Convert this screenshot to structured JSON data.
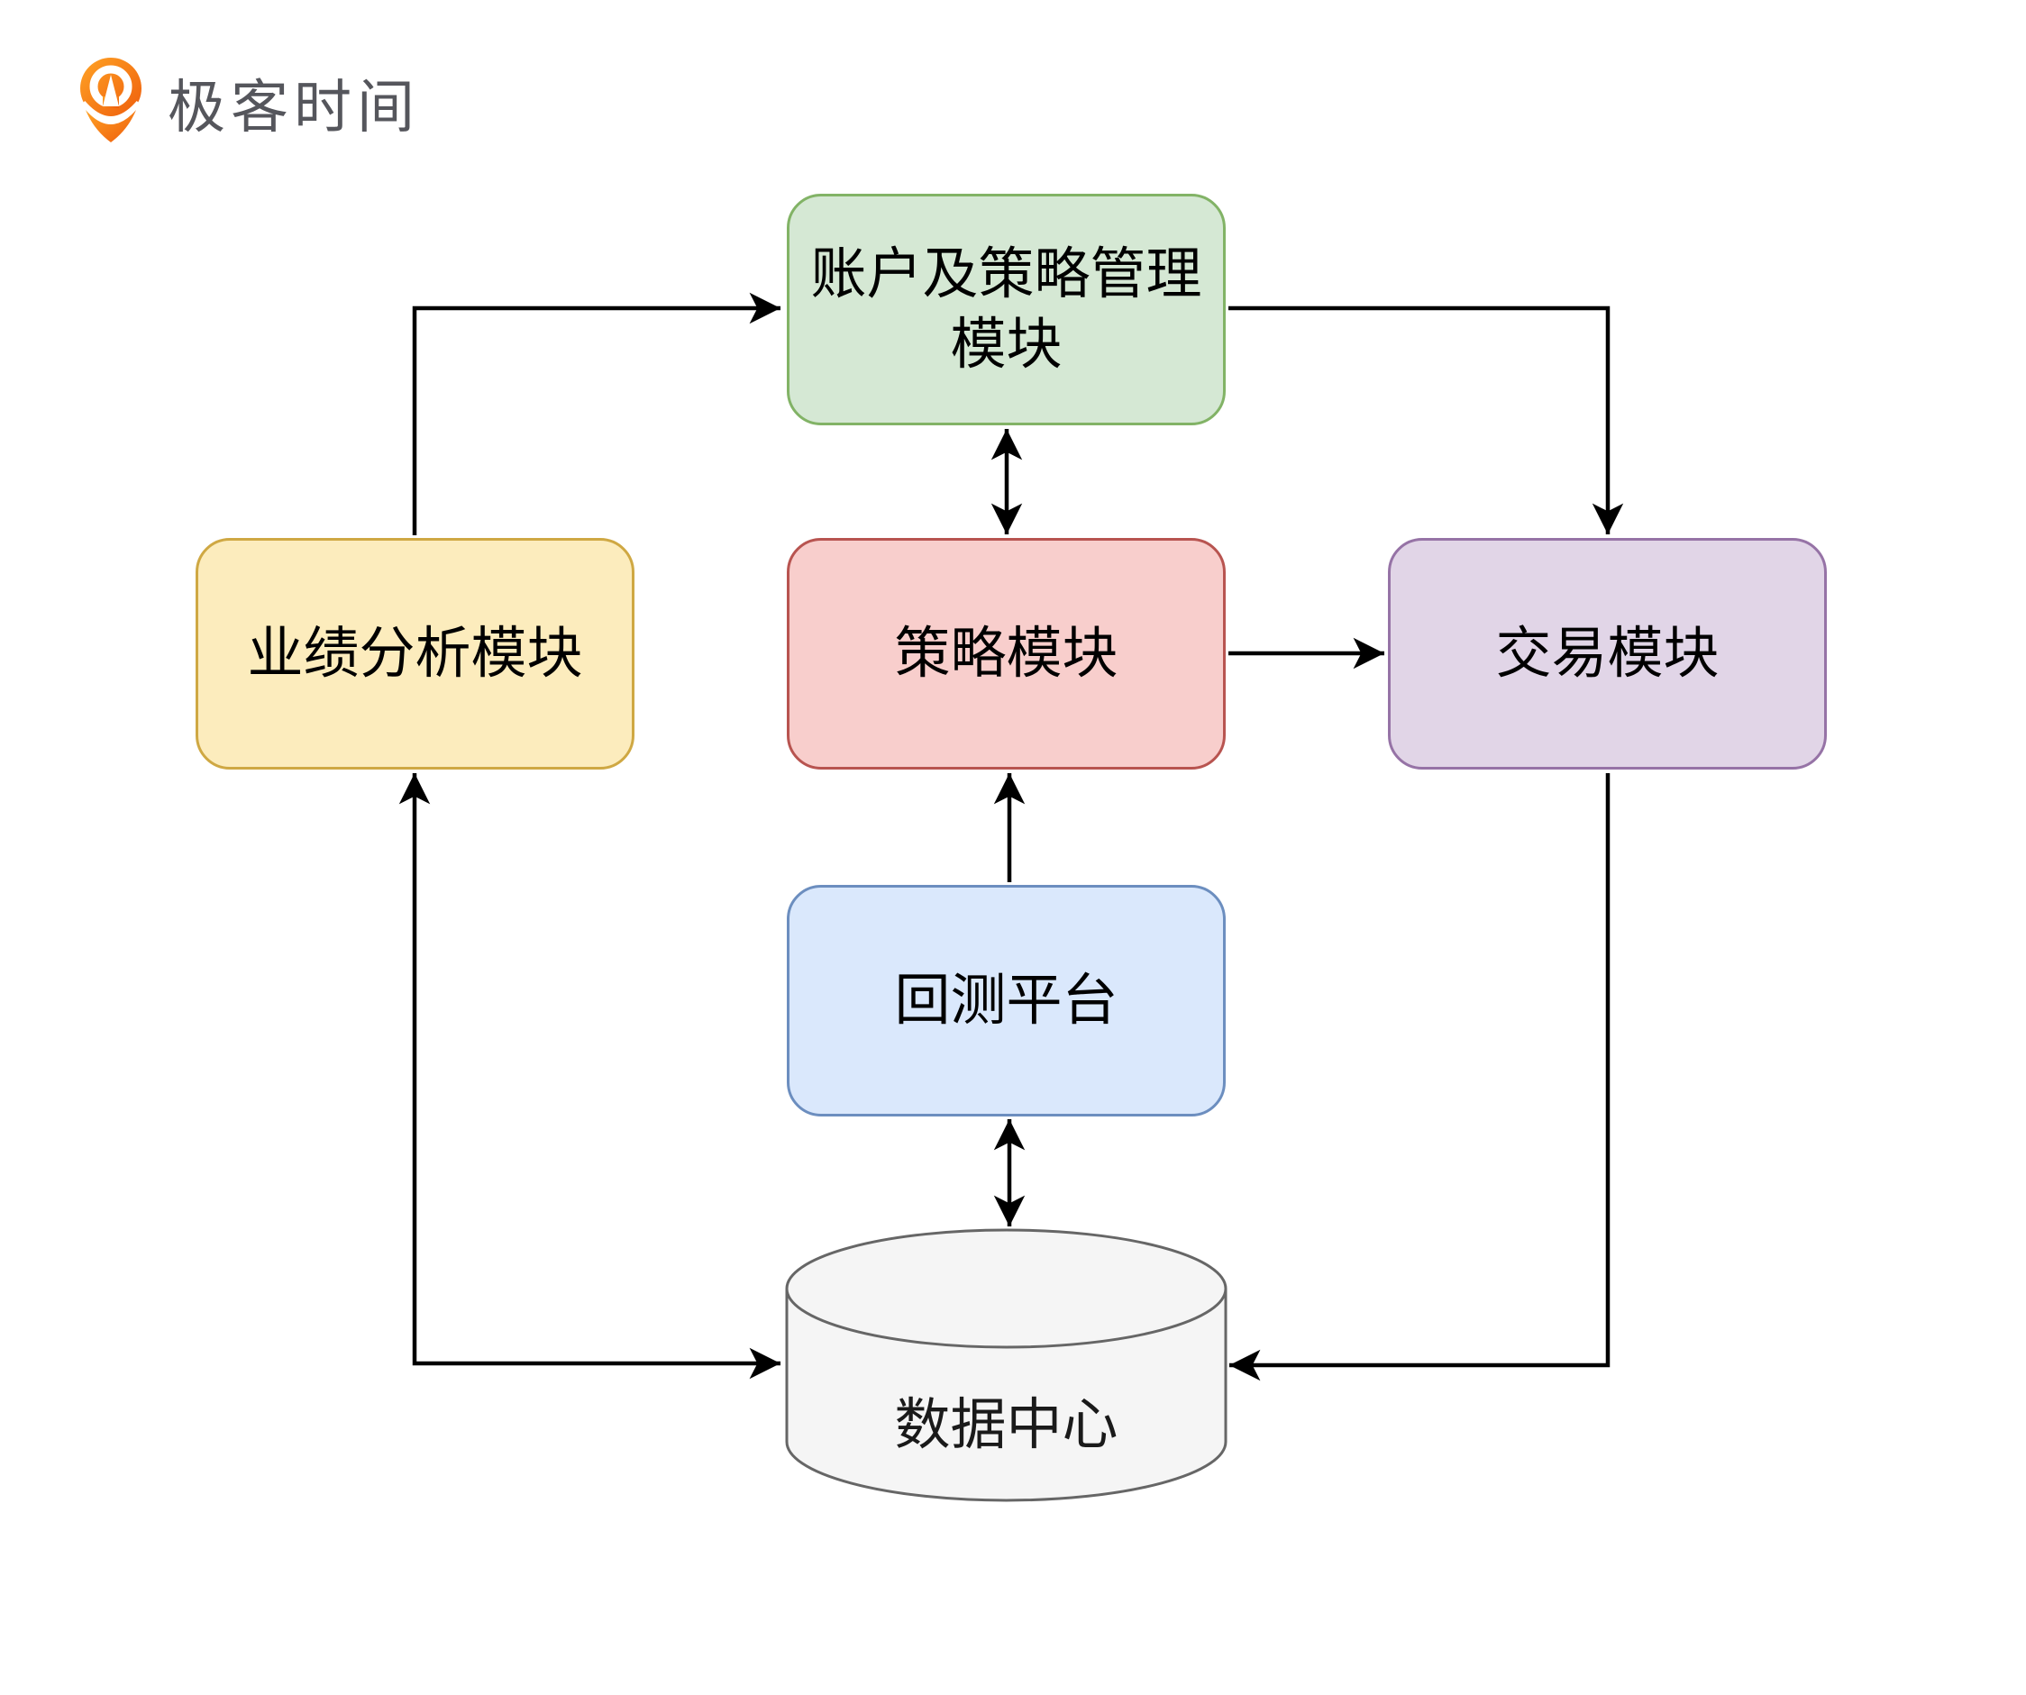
{
  "canvas": {
    "background": "#ffffff"
  },
  "brand": {
    "name": "极客时间",
    "text_color": "#55565c",
    "icon_gradient": [
      "#FFA325",
      "#EE5C0C"
    ]
  },
  "diagram": {
    "edge_color": "#000000",
    "text_color": "#000000",
    "nodes": [
      {
        "id": "account-management",
        "label": "账户及策略管理\n模块",
        "shape": "rounded-rect",
        "fill": "#d5e8d4",
        "stroke": "#82b366"
      },
      {
        "id": "performance-analysis",
        "label": "业绩分析模块",
        "shape": "rounded-rect",
        "fill": "#fcecbd",
        "stroke": "#cfa843"
      },
      {
        "id": "strategy",
        "label": "策略模块",
        "shape": "rounded-rect",
        "fill": "#f8cecc",
        "stroke": "#b85450"
      },
      {
        "id": "trading",
        "label": "交易模块",
        "shape": "rounded-rect",
        "fill": "#e1d5e7",
        "stroke": "#9673a6"
      },
      {
        "id": "backtest",
        "label": "回测平台",
        "shape": "rounded-rect",
        "fill": "#dae8fc",
        "stroke": "#6c8ebf"
      },
      {
        "id": "data-center",
        "label": "数据中心",
        "shape": "cylinder",
        "fill": "#f5f5f5",
        "stroke": "#666666"
      }
    ],
    "edges": [
      {
        "from": "performance-analysis",
        "to": "account-management",
        "type": "arrow"
      },
      {
        "from": "account-management",
        "to": "trading",
        "type": "arrow"
      },
      {
        "from": "account-management",
        "to": "strategy",
        "type": "double-arrow"
      },
      {
        "from": "strategy",
        "to": "trading",
        "type": "arrow"
      },
      {
        "from": "backtest",
        "to": "strategy",
        "type": "arrow"
      },
      {
        "from": "backtest",
        "to": "data-center",
        "type": "double-arrow"
      },
      {
        "from": "data-center",
        "to": "performance-analysis",
        "type": "double-arrow"
      },
      {
        "from": "trading",
        "to": "data-center",
        "type": "arrow"
      }
    ]
  }
}
